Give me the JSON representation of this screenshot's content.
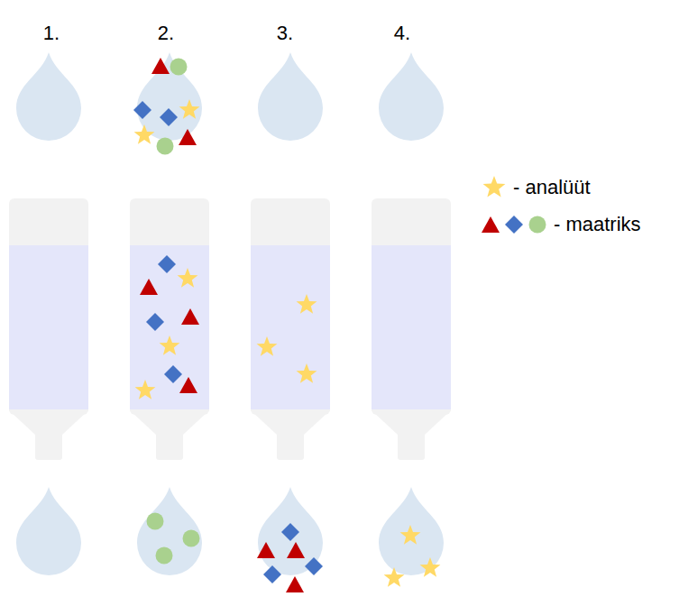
{
  "diagram": {
    "labels": [
      "1.",
      "2.",
      "3.",
      "4."
    ],
    "legend": [
      {
        "text": "- analüüt"
      },
      {
        "text": "- maatriks"
      }
    ]
  }
}
